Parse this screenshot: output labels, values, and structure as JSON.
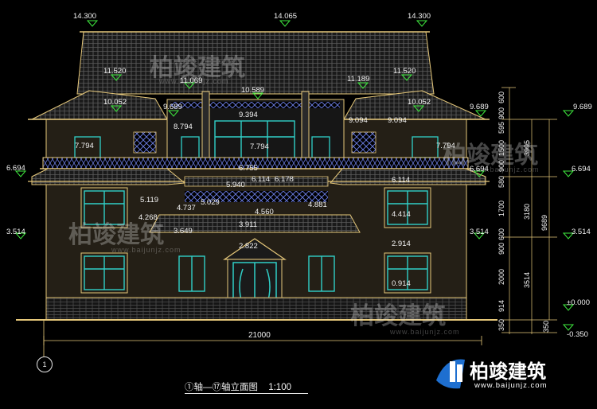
{
  "drawing": {
    "title": "①轴—⑰轴立面图",
    "scale": "1:100",
    "total_width": "21000",
    "axis_label": "1",
    "watermark_name": "柏竣建筑",
    "watermark_url": "www.baijunjz.com",
    "brand_name": "柏竣建筑",
    "brand_url": "www.baijunjz.com",
    "colors": {
      "background": "#000000",
      "outline": "#e6c87a",
      "glass": "#30d0c8",
      "railing": "#6a7ce0",
      "roof": "#c8c8c8",
      "level_mark": "#3ee83e",
      "wall": "#2a2418"
    }
  },
  "levels": [
    {
      "id": "l1",
      "text": "14.300"
    },
    {
      "id": "l2",
      "text": "14.065"
    },
    {
      "id": "l3",
      "text": "14.300"
    },
    {
      "id": "l4",
      "text": "11.520"
    },
    {
      "id": "l5",
      "text": "11.069"
    },
    {
      "id": "l6",
      "text": "10.589"
    },
    {
      "id": "l7",
      "text": "11.189"
    },
    {
      "id": "l8",
      "text": "11.520"
    },
    {
      "id": "l9",
      "text": "10.052"
    },
    {
      "id": "l10",
      "text": "9.689"
    },
    {
      "id": "l11",
      "text": "10.052"
    },
    {
      "id": "l12",
      "text": "9.689"
    },
    {
      "id": "l13",
      "text": "9.394"
    },
    {
      "id": "l14",
      "text": "9.094"
    },
    {
      "id": "l15",
      "text": "9.094"
    },
    {
      "id": "l16",
      "text": "8.794"
    },
    {
      "id": "l17",
      "text": "7.794"
    },
    {
      "id": "l18",
      "text": "7.794"
    },
    {
      "id": "l19",
      "text": "7.794"
    },
    {
      "id": "l20",
      "text": "6.694"
    },
    {
      "id": "l21",
      "text": "6.755"
    },
    {
      "id": "l22",
      "text": "6.114"
    },
    {
      "id": "l23",
      "text": "6.178"
    },
    {
      "id": "l24",
      "text": "5.940"
    },
    {
      "id": "l25",
      "text": "6.114"
    },
    {
      "id": "l26",
      "text": "6.694"
    },
    {
      "id": "l27",
      "text": "5.119"
    },
    {
      "id": "l28",
      "text": "4.268"
    },
    {
      "id": "l29",
      "text": "4.737"
    },
    {
      "id": "l30",
      "text": "5.029"
    },
    {
      "id": "l31",
      "text": "4.560"
    },
    {
      "id": "l32",
      "text": "4.881"
    },
    {
      "id": "l33",
      "text": "4.414"
    },
    {
      "id": "l34",
      "text": "3.649"
    },
    {
      "id": "l35",
      "text": "3.911"
    },
    {
      "id": "l36",
      "text": "3.514"
    },
    {
      "id": "l37",
      "text": "2.822"
    },
    {
      "id": "l38",
      "text": "3.514"
    },
    {
      "id": "l39",
      "text": "2.914"
    },
    {
      "id": "l40",
      "text": "0.914"
    },
    {
      "id": "r1",
      "text": "9.689"
    },
    {
      "id": "r2",
      "text": "6.694"
    },
    {
      "id": "r3",
      "text": "3.514"
    },
    {
      "id": "r4",
      "text": "±0.000"
    },
    {
      "id": "r5",
      "text": "-0.350"
    }
  ],
  "dims_outer": [
    "600",
    "900",
    "595",
    "1500",
    "900",
    "580",
    "1700",
    "600",
    "900",
    "2000",
    "914",
    "350"
  ],
  "dims_mid": [
    "3995",
    "3180",
    "3514",
    "350"
  ],
  "dims_total": "9689"
}
